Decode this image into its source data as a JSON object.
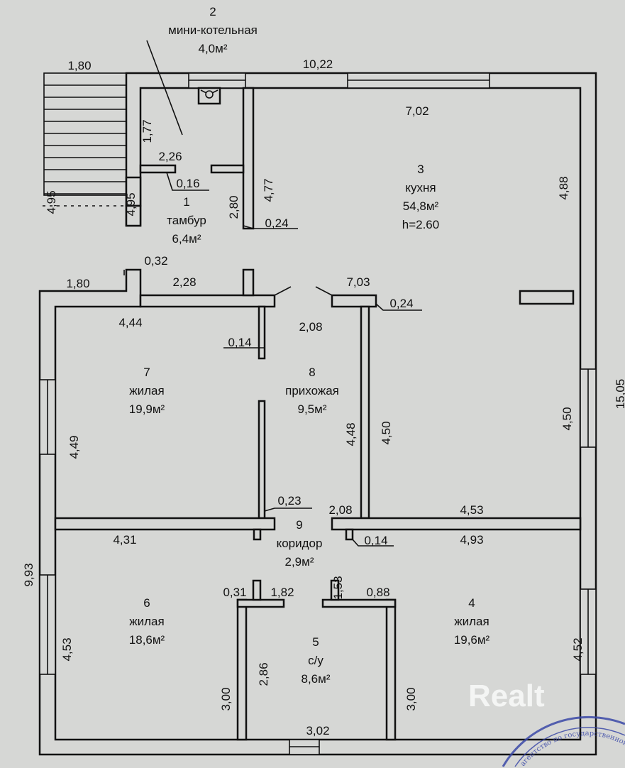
{
  "rooms": [
    {
      "num": "1",
      "name": "тамбур",
      "area": "6,4м²"
    },
    {
      "num": "2",
      "name": "мини-котельная",
      "area": "4,0м²"
    },
    {
      "num": "3",
      "name": "кухня",
      "area": "54,8м²",
      "height": "h=2.60"
    },
    {
      "num": "4",
      "name": "жилая",
      "area": "19,6м²"
    },
    {
      "num": "5",
      "name": "с/у",
      "area": "8,6м²"
    },
    {
      "num": "6",
      "name": "жилая",
      "area": "18,6м²"
    },
    {
      "num": "7",
      "name": "жилая",
      "area": "19,9м²"
    },
    {
      "num": "8",
      "name": "прихожая",
      "area": "9,5м²"
    },
    {
      "num": "9",
      "name": "коридор",
      "area": "2,9м²"
    }
  ],
  "dims": {
    "stairs_w": "1,80",
    "top": "10,22",
    "kitchen_top": "7,02",
    "d177": "1,77",
    "d226": "2,26",
    "d016": "0,16",
    "d495a": "4,95",
    "d495b": "4,95",
    "d280": "2,80",
    "d477": "4,77",
    "d024a": "0,24",
    "d488": "4,88",
    "d032": "0,32",
    "d180b": "1,80",
    "d228": "2,28",
    "d703": "7,03",
    "d024b": "0,24",
    "d444": "4,44",
    "d208a": "2,08",
    "d014a": "0,14",
    "d1505": "15,05",
    "d448": "4,48",
    "d450a": "4,50",
    "d450b": "4,50",
    "d449": "4,49",
    "d023": "0,23",
    "d208b": "2,08",
    "d453": "4,53",
    "d431": "4,31",
    "d014b": "0,14",
    "d493": "4,93",
    "d993": "9,93",
    "d153": "1,53",
    "d031": "0,31",
    "d182": "1,82",
    "d088": "0,88",
    "d453b": "4,53",
    "d452": "4,52",
    "d300a": "3,00",
    "d286": "2,86",
    "d300b": "3,00",
    "d302": "3,02"
  },
  "watermark": "Realt",
  "stamp_text": "агентство по государственной регистрации и земельному кадастру"
}
